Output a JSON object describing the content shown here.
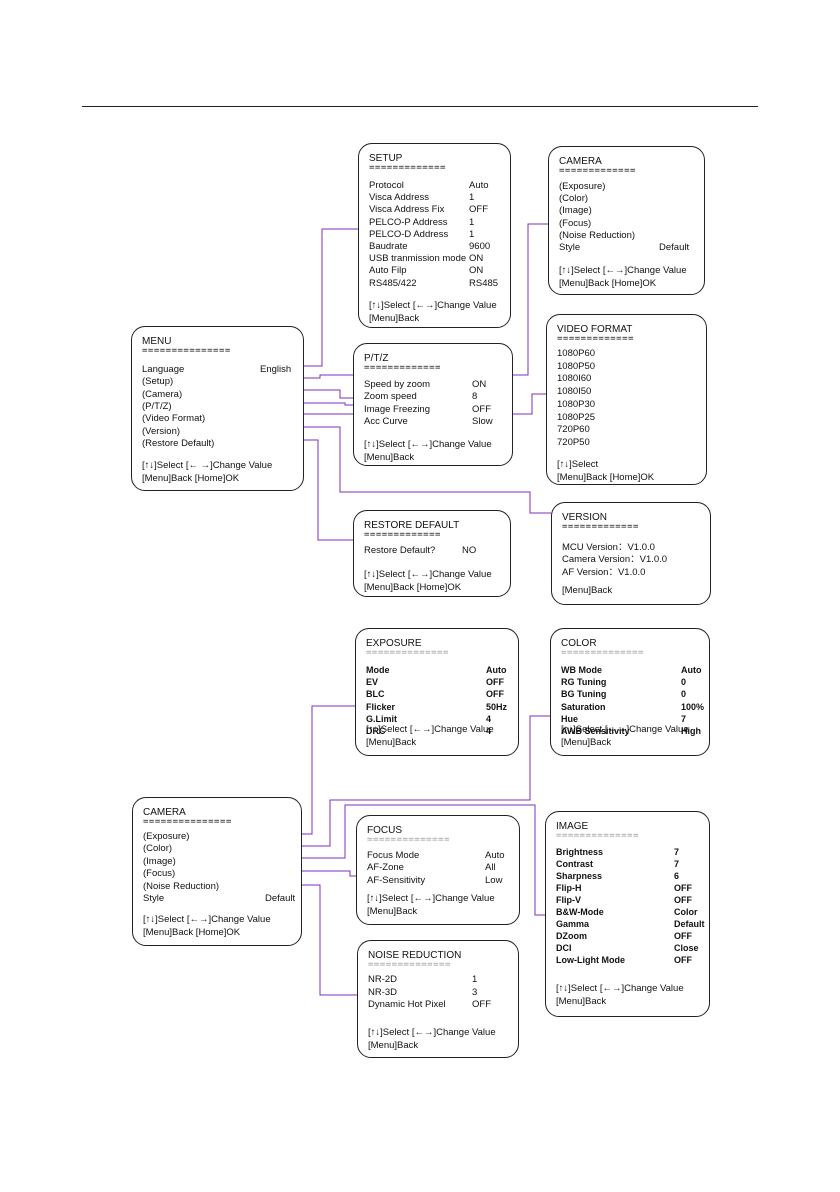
{
  "colors": {
    "connector": "#7c2fb8",
    "border": "#222222",
    "text": "#111111"
  },
  "boxes": {
    "menu": {
      "title": "MENU",
      "sep": "===============",
      "rows": [
        {
          "label": "Language",
          "value": "English"
        },
        {
          "label": "(Setup)"
        },
        {
          "label": "(Camera)"
        },
        {
          "label": "(P/T/Z)"
        },
        {
          "label": "(Video Format)"
        },
        {
          "label": "(Version)"
        },
        {
          "label": "(Restore Default)"
        }
      ],
      "footer": [
        "[↑↓]Select   [← →]Change Value",
        "[Menu]Back  [Home]OK"
      ]
    },
    "setup": {
      "title": "SETUP",
      "sep": "=============",
      "rows": [
        {
          "label": "Protocol",
          "value": "Auto"
        },
        {
          "label": "Visca Address",
          "value": "1"
        },
        {
          "label": "Visca Address Fix",
          "value": "OFF"
        },
        {
          "label": "PELCO-P Address",
          "value": "1"
        },
        {
          "label": "PELCO-D Address",
          "value": "1"
        },
        {
          "label": "Baudrate",
          "value": "9600"
        },
        {
          "label": "USB tranmission mode",
          "value": "ON"
        },
        {
          "label": "Auto Filp",
          "value": "ON"
        },
        {
          "label": "RS485/422",
          "value": "RS485"
        }
      ],
      "footer": [
        "[↑↓]Select [←→]Change Value",
        "[Menu]Back"
      ]
    },
    "camera_top": {
      "title": "CAMERA",
      "sep": "=============",
      "rows": [
        {
          "label": "(Exposure)"
        },
        {
          "label": "(Color)"
        },
        {
          "label": "(Image)"
        },
        {
          "label": "(Focus)"
        },
        {
          "label": "(Noise Reduction)"
        },
        {
          "label": "Style",
          "value": "Default"
        }
      ],
      "footer": [
        "[↑↓]Select [←→]Change Value",
        "[Menu]Back [Home]OK"
      ]
    },
    "ptz": {
      "title": "P/T/Z",
      "sep": "=============",
      "rows": [
        {
          "label": "Speed by zoom",
          "value": "ON"
        },
        {
          "label": "Zoom speed",
          "value": "8"
        },
        {
          "label": "Image Freezing",
          "value": "OFF"
        },
        {
          "label": "Acc Curve",
          "value": "Slow"
        }
      ],
      "footer": [
        "[↑↓]Select [←→]Change Value",
        "[Menu]Back"
      ]
    },
    "video_format": {
      "title": "VIDEO FORMAT",
      "sep": "=============",
      "rows": [
        {
          "label": "1080P60"
        },
        {
          "label": "1080P50"
        },
        {
          "label": "1080I60"
        },
        {
          "label": "1080I50"
        },
        {
          "label": "1080P30"
        },
        {
          "label": "1080P25"
        },
        {
          "label": "720P60"
        },
        {
          "label": "720P50"
        }
      ],
      "footer": [
        "[↑↓]Select",
        "[Menu]Back              [Home]OK"
      ]
    },
    "restore_default": {
      "title": "RESTORE DEFAULT",
      "sep": "=============",
      "rows": [
        {
          "label": "Restore   Default?",
          "value": "NO"
        }
      ],
      "footer": [
        "[↑↓]Select   [←→]Change Value",
        "[Menu]Back [Home]OK"
      ]
    },
    "version": {
      "title": "VERSION",
      "sep": "=============",
      "rows": [
        {
          "label": "MCU Version：V1.0.0"
        },
        {
          "label": "Camera Version：V1.0.0"
        },
        {
          "label": "AF Version：V1.0.0"
        }
      ],
      "footer": [
        "[Menu]Back"
      ]
    },
    "exposure": {
      "title": "EXPOSURE",
      "sep": "==============",
      "rows": [
        {
          "label": "Mode",
          "value": "Auto"
        },
        {
          "label": "EV",
          "value": "OFF"
        },
        {
          "label": "BLC",
          "value": "OFF"
        },
        {
          "label": "Flicker",
          "value": "50Hz"
        },
        {
          "label": "G.Limit",
          "value": "4"
        },
        {
          "label": "DRC",
          "value": "4"
        }
      ],
      "footer": [
        "[↑↓]Select   [←→]Change Value",
        "[Menu]Back"
      ]
    },
    "color": {
      "title": "COLOR",
      "sep": "==============",
      "rows": [
        {
          "label": "WB Mode",
          "value": "Auto"
        },
        {
          "label": "RG Tuning",
          "value": "0"
        },
        {
          "label": "BG Tuning",
          "value": "0"
        },
        {
          "label": "Saturation",
          "value": "100%"
        },
        {
          "label": "Hue",
          "value": "7"
        },
        {
          "label": "AWB Sensitivity",
          "value": "High"
        }
      ],
      "footer": [
        "[↑↓]Select   [←→]Change Value",
        "[Menu]Back"
      ]
    },
    "camera_bottom": {
      "title": "CAMERA",
      "sep": "===============",
      "rows": [
        {
          "label": "(Exposure)"
        },
        {
          "label": "(Color)"
        },
        {
          "label": "(Image)"
        },
        {
          "label": "(Focus)"
        },
        {
          "label": "(Noise Reduction)"
        },
        {
          "label": "Style",
          "value": "Default"
        }
      ],
      "footer": [
        "[↑↓]Select    [←→]Change Value",
        "[Menu]Back [Home]OK"
      ]
    },
    "focus": {
      "title": "FOCUS",
      "sep": "==============",
      "rows": [
        {
          "label": "Focus Mode",
          "value": "Auto"
        },
        {
          "label": "AF-Zone",
          "value": "All"
        },
        {
          "label": "AF-Sensitivity",
          "value": "Low"
        }
      ],
      "footer": [
        "[↑↓]Select   [←→]Change Value",
        "[Menu]Back"
      ]
    },
    "image": {
      "title": "IMAGE",
      "sep": "==============",
      "rows": [
        {
          "label": "Brightness",
          "value": "7"
        },
        {
          "label": "Contrast",
          "value": "7"
        },
        {
          "label": "Sharpness",
          "value": "6"
        },
        {
          "label": "Flip-H",
          "value": "OFF"
        },
        {
          "label": "Flip-V",
          "value": "OFF"
        },
        {
          "label": "B&W-Mode",
          "value": "Color"
        },
        {
          "label": "Gamma",
          "value": "Default"
        },
        {
          "label": "DZoom",
          "value": "OFF"
        },
        {
          "label": "DCI",
          "value": "Close"
        },
        {
          "label": "Low-Light Mode",
          "value": "OFF"
        }
      ],
      "footer": [
        "[↑↓]Select   [←→]Change Value",
        "[Menu]Back"
      ]
    },
    "noise_reduction": {
      "title": "NOISE REDUCTION",
      "sep": "==============",
      "rows": [
        {
          "label": "NR-2D",
          "value": "1"
        },
        {
          "label": "NR-3D",
          "value": "3"
        },
        {
          "label": "Dynamic Hot Pixel",
          "value": "OFF"
        }
      ],
      "footer": [
        "[↑↓]Select   [←→]Change Value",
        "[Menu]Back"
      ]
    }
  }
}
